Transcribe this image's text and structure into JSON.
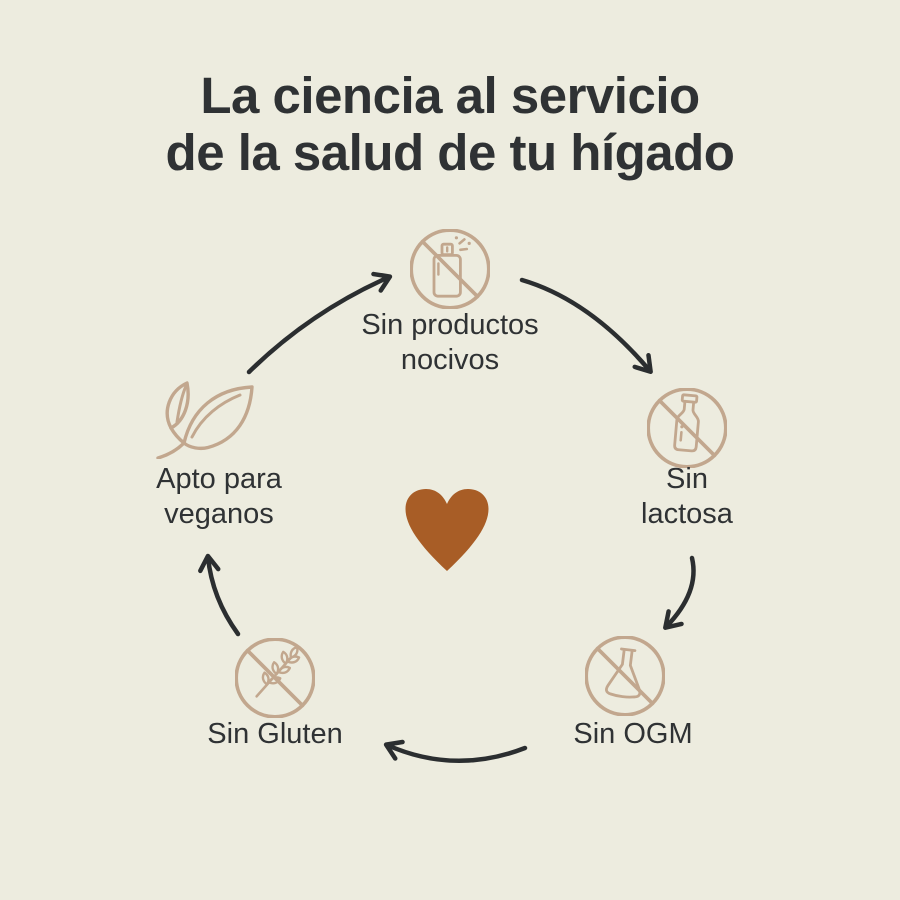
{
  "page": {
    "title": "La ciencia al servicio\nde la salud de tu hígado"
  },
  "colors": {
    "background": "#edecdf",
    "icon_tan": "#c2a78e",
    "heart_brown": "#a85d26",
    "text_dark": "#2f3234",
    "arrow_dark": "#2b2e30"
  },
  "diagram": {
    "center_icon": "heart",
    "items": [
      {
        "id": "no-harmful-products",
        "position": "top",
        "icon": "no-spray-can-icon",
        "label": "Sin productos\nnocivos"
      },
      {
        "id": "lactose-free",
        "position": "right",
        "icon": "no-milk-bottle-icon",
        "label": "Sin\nlactosa"
      },
      {
        "id": "gmo-free",
        "position": "bottom-right",
        "icon": "no-chemistry-flask-icon",
        "label": "Sin OGM"
      },
      {
        "id": "gluten-free",
        "position": "bottom-left",
        "icon": "no-wheat-icon",
        "label": "Sin Gluten"
      },
      {
        "id": "vegan-friendly",
        "position": "left",
        "icon": "leaves-icon",
        "label": "Apto para\nveganos"
      }
    ],
    "cycle": [
      "vegan-friendly -> no-harmful-products",
      "no-harmful-products -> lactose-free",
      "lactose-free -> gmo-free",
      "gmo-free -> gluten-free",
      "gluten-free -> vegan-friendly"
    ]
  }
}
